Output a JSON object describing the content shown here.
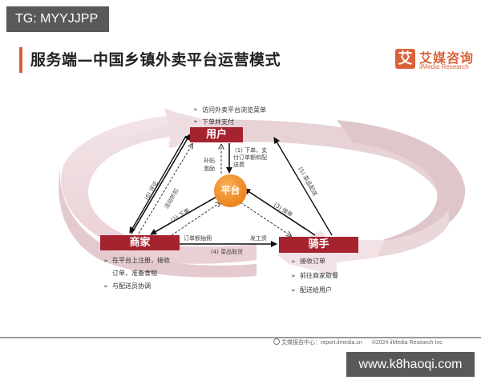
{
  "badge": {
    "text": "TG: MYYJJPP"
  },
  "header": {
    "title": "服务端—中国乡镇外卖平台运营模式",
    "logo_mark": "艾",
    "logo_cn": "艾媒咨询",
    "logo_en": "iiMedia Research"
  },
  "diagram": {
    "nodes": {
      "user": "用户",
      "merchant": "商家",
      "rider": "骑手",
      "platform": "平台"
    },
    "user_bullets": [
      "访问外卖平台浏览菜单",
      "下单并支付"
    ],
    "merchant_bullets": [
      "在平台上注册，接收",
      "订单，准备食物",
      "与配送员协调"
    ],
    "rider_bullets": [
      "接收订单",
      "前往商家取餐",
      "配送给用户"
    ],
    "edge_labels": {
      "step1_line1": "(1) 下单，支",
      "step1_line2": "付订单额和配",
      "step1_line3": "送费",
      "subsidy_line1": "补贴",
      "subsidy_line2": "激励",
      "step2": "(2) 下单",
      "promo_discount": "活动折扣",
      "step6": "(6) 评论",
      "step3": "(3) 接单",
      "step5": "(5) 菜品配送",
      "commission": "订单额抽佣",
      "wages": "发工资",
      "step4": "(4) 菜品取货"
    },
    "colors": {
      "node_fill": "#a5232f",
      "platform_fill": "#ee8a25",
      "ring_fill": "#f0dcdf",
      "accent": "#d9623a"
    }
  },
  "footer": {
    "source": "艾媒报告中心：report.iimedia.cn",
    "copyright": "©2024  iiMedia Research  Inc"
  },
  "watermark": {
    "text": "www.k8haoqi.com"
  }
}
